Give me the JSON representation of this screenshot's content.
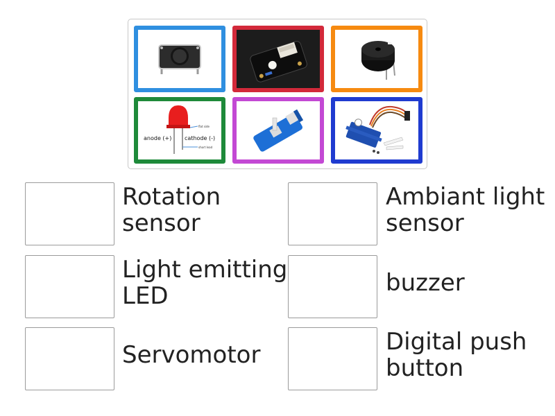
{
  "colors": {
    "tile_blue": "#2f8fe0",
    "tile_red": "#d3293a",
    "tile_orange": "#f68a10",
    "tile_green": "#1e8a3a",
    "tile_purple": "#c349d4",
    "tile_darkblue": "#1f3bd0"
  },
  "tiles": [
    {
      "icon": "push-button-image",
      "color": "#2f8fe0"
    },
    {
      "icon": "light-sensor-module-image",
      "color": "#d3293a"
    },
    {
      "icon": "buzzer-image",
      "color": "#f68a10"
    },
    {
      "icon": "led-diagram-image",
      "color": "#1e8a3a",
      "anode_label": "anode (+)",
      "cathode_label": "cathode (-)",
      "flat_label": "flat side",
      "short_label": "short lead"
    },
    {
      "icon": "rotation-sensor-image",
      "color": "#c349d4"
    },
    {
      "icon": "servomotor-image",
      "color": "#1f3bd0"
    }
  ],
  "targets": [
    {
      "label": "Rotation sensor"
    },
    {
      "label": "Ambiant light sensor"
    },
    {
      "label": "Light emitting LED"
    },
    {
      "label": "buzzer"
    },
    {
      "label": "Servomotor"
    },
    {
      "label": "Digital push button"
    }
  ]
}
